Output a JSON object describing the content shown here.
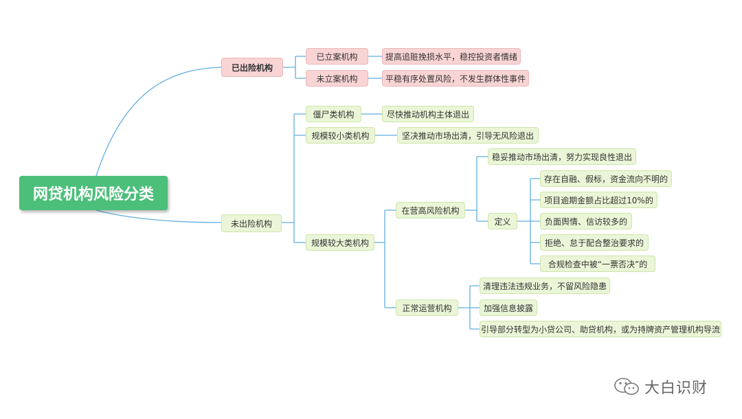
{
  "root": "网贷机构风险分类",
  "exited": {
    "label": "已出险机构",
    "registered": {
      "label": "已立案机构",
      "action": "提高追赃挽损水平，稳控投资者情绪"
    },
    "unregistered": {
      "label": "未立案机构",
      "action": "平稳有序处置风险，不发生群体性事件"
    }
  },
  "not_exited": {
    "label": "未出险机构",
    "zombie": {
      "label": "僵尸类机构",
      "action": "尽快推动机构主体退出"
    },
    "small": {
      "label": "规模较小类机构",
      "action": "坚决推动市场出清，引导无风险退出"
    },
    "large": {
      "label": "规模较大类机构",
      "high_risk": {
        "label": "在营高风险机构",
        "action": "稳妥推动市场出清，努力实现良性退出",
        "definition": {
          "label": "定义",
          "items": [
            "存在自融、假标，资金流向不明的",
            "项目逾期金额占比超过10%的",
            "负面舆情、信访较多的",
            "拒绝、怠于配合整治要求的",
            "合规检查中被“一票否决”的"
          ]
        }
      },
      "normal": {
        "label": "正常运营机构",
        "items": [
          "清理违法违规业务，不留风险隐患",
          "加强信息披露",
          "引导部分转型为小贷公司、助贷机构，或为持牌资产管理机构导流"
        ]
      }
    }
  },
  "watermark": {
    "text": "大白识财",
    "icon": "wechat-icon"
  },
  "colors": {
    "root": "#4cbf7a",
    "pink": "#f9d4d5",
    "green": "#eaf6d7",
    "line": "#62aedf"
  }
}
